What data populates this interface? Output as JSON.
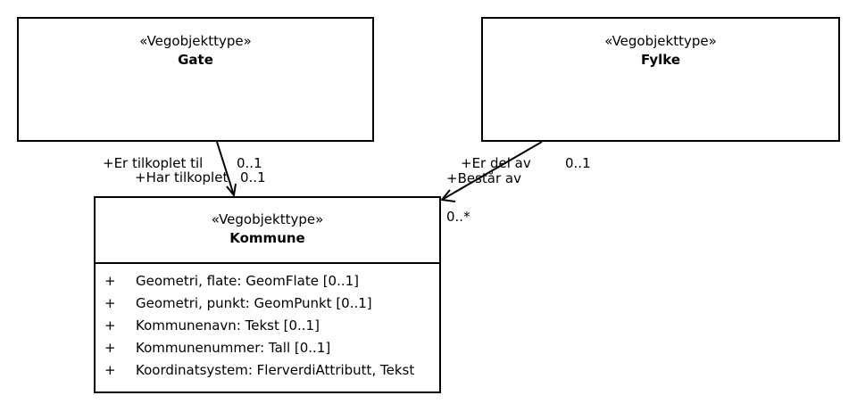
{
  "classes": {
    "gate": {
      "stereotype": "«Vegobjekttype»",
      "name": "Gate"
    },
    "fylke": {
      "stereotype": "«Vegobjekttype»",
      "name": "Fylke"
    },
    "kommune": {
      "stereotype": "«Vegobjekttype»",
      "name": "Kommune",
      "attributes": [
        {
          "visibility": "+",
          "text": "Geometri, flate: GeomFlate [0..1]"
        },
        {
          "visibility": "+",
          "text": "Geometri, punkt: GeomPunkt [0..1]"
        },
        {
          "visibility": "+",
          "text": "Kommunenavn: Tekst [0..1]"
        },
        {
          "visibility": "+",
          "text": "Kommunenummer: Tall [0..1]"
        },
        {
          "visibility": "+",
          "text": "Koordinatsystem: FlerverdiAttributt, Tekst"
        }
      ]
    }
  },
  "associations": {
    "gate_kommune": {
      "role_gate": "+Er tilkoplet til",
      "mult_gate": "0..1",
      "role_kommune": "+Har tilkoplet",
      "mult_kommune": "0..1"
    },
    "fylke_kommune": {
      "role_fylke": "+Er del av",
      "mult_fylke": "0..1",
      "role_kommune": "+Består av",
      "mult_kommune": "0..*"
    }
  }
}
